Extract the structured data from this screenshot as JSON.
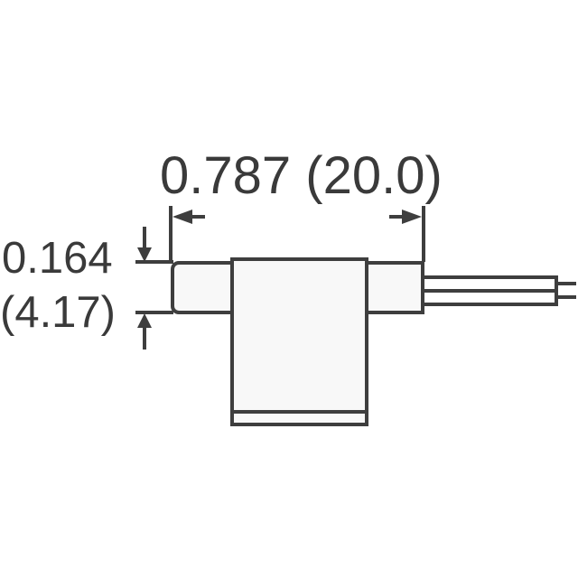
{
  "drawing": {
    "background_color": "#ffffff",
    "stroke_color": "#3e3e3e",
    "fill_color": "#f8f8f8",
    "width_dimension": {
      "label": "0.787 (20.0)",
      "inches": "0.787",
      "millimeters": "20.0"
    },
    "height_dimension": {
      "inches_label": "0.164",
      "millimeters_label": "(4.17)",
      "inches": "0.164",
      "millimeters": "4.17"
    }
  }
}
